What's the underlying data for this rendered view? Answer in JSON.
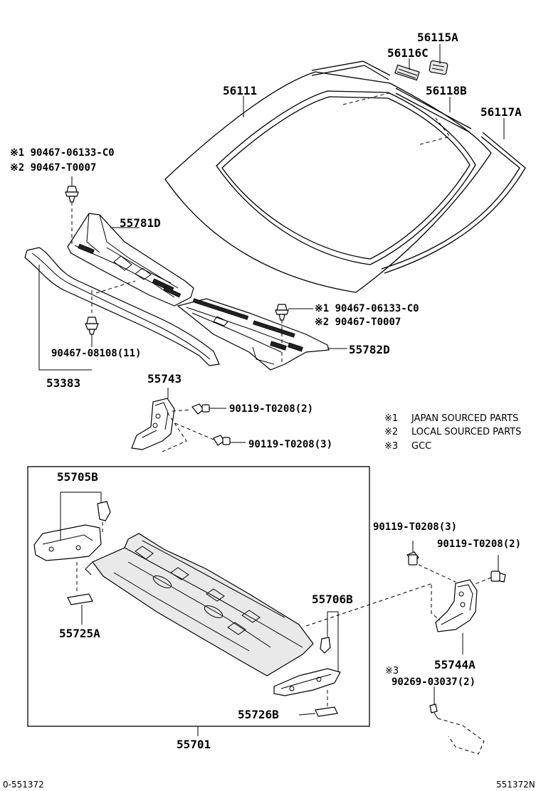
{
  "labels": {
    "p56115A": "56115A",
    "p56116C": "56116C",
    "p56111": "56111",
    "p56118B": "56118B",
    "p56117A": "56117A",
    "clipA_l1": "※1 90467-06133-C0",
    "clipA_l2": "※2 90467-T0007",
    "p55781D": "55781D",
    "clipB_l1": "※1 90467-06133-C0",
    "clipB_l2": "※2 90467-T0007",
    "p55782D": "55782D",
    "p90467_08108": "90467-08108(11)",
    "p53383": "53383",
    "p55743": "55743",
    "bolt_a": "90119-T0208(2)",
    "bolt_b": "90119-T0208(3)",
    "p55705B": "55705B",
    "p55725A": "55725A",
    "p55706B": "55706B",
    "p55726B": "55726B",
    "p55701": "55701",
    "bolt_c": "90119-T0208(3)",
    "bolt_d": "90119-T0208(2)",
    "p55744A": "55744A",
    "p90269_mark": "※3",
    "p90269": "90269-03037(2)"
  },
  "legend": [
    {
      "mark": "※1",
      "text": "JAPAN SOURCED PARTS"
    },
    {
      "mark": "※2",
      "text": "LOCAL SOURCED PARTS"
    },
    {
      "mark": "※3",
      "text": "GCC"
    }
  ],
  "footer": {
    "left": "0-551372",
    "right": "551372N"
  }
}
